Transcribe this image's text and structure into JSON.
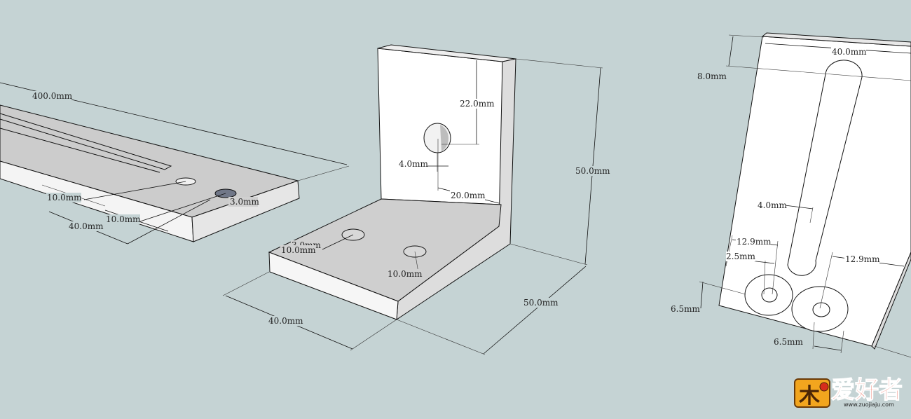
{
  "left_part": {
    "length": "400.0mm",
    "hole_offset_1": "10.0mm",
    "hole_spacing": "40.0mm",
    "hole_offset_2": "10.0mm",
    "hole_dia": "3.0mm"
  },
  "center_part": {
    "hole_top": "22.0mm",
    "hole_dia": "4.0mm",
    "hole_side": "20.0mm",
    "height": "50.0mm",
    "depth": "50.0mm",
    "width": "40.0mm",
    "base_hole_dia": "3.0mm",
    "base_hole_offset_1": "10.0mm",
    "base_hole_offset_2": "10.0mm"
  },
  "right_part": {
    "width": "40.0mm",
    "top_margin": "8.0mm",
    "slot_width": "4.0mm",
    "left_offset": "12.9mm",
    "right_offset": "12.9mm",
    "small_dia": "2.5mm",
    "bottom_margin_left": "6.5mm",
    "bottom_margin_right": "6.5mm"
  },
  "logo": {
    "text": "爱好者",
    "url": "www.zuojiaju.com"
  }
}
